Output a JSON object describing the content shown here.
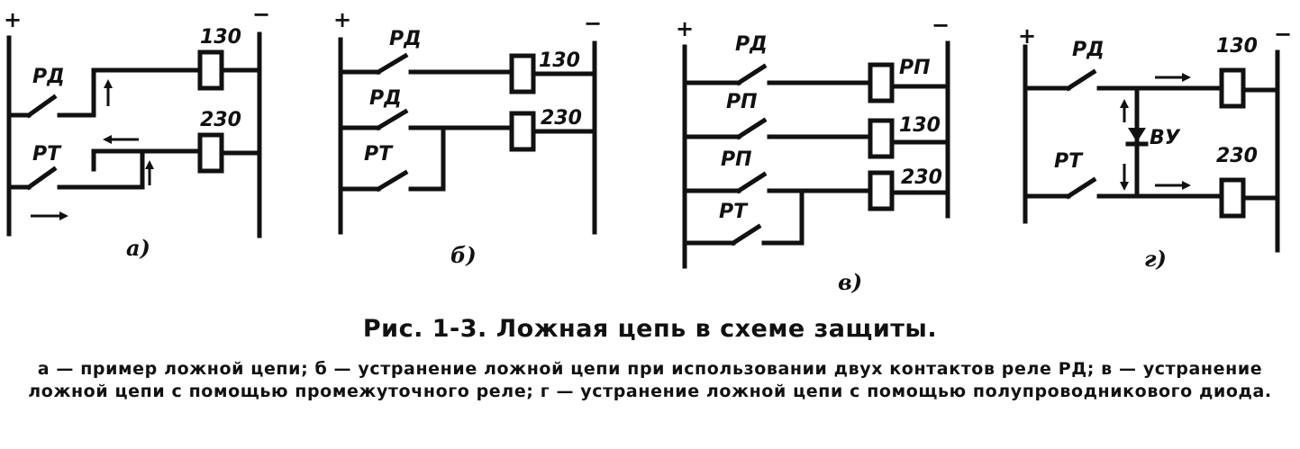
{
  "figure": {
    "plus": "+",
    "minus": "−",
    "panel_a": {
      "sublabel": "а)",
      "relay_1": "130",
      "relay_2": "230",
      "contact_1": "РД",
      "contact_2": "РТ"
    },
    "panel_b": {
      "sublabel": "б)",
      "relay_1": "130",
      "relay_2": "230",
      "contact_1": "РД",
      "contact_2": "РД",
      "contact_3": "РТ"
    },
    "panel_c": {
      "sublabel": "в)",
      "relay_1": "РП",
      "relay_2": "130",
      "relay_3": "230",
      "contact_1": "РД",
      "contact_2": "РП",
      "contact_3": "РП",
      "contact_4": "РТ"
    },
    "panel_d": {
      "sublabel": "г)",
      "relay_1": "130",
      "relay_2": "230",
      "contact_1": "РД",
      "contact_2": "РТ",
      "diode": "ВУ"
    }
  },
  "caption": {
    "title": "Рис. 1-3. Ложная цепь в схеме защиты.",
    "text": "а — пример ложной цепи; б — устранение ложной цепи при использовании двух контактов реле РД; в — устранение ложной цепи с помощью промежуточного реле; г — устранение ложной цепи с помощью полупроводникового диода."
  }
}
